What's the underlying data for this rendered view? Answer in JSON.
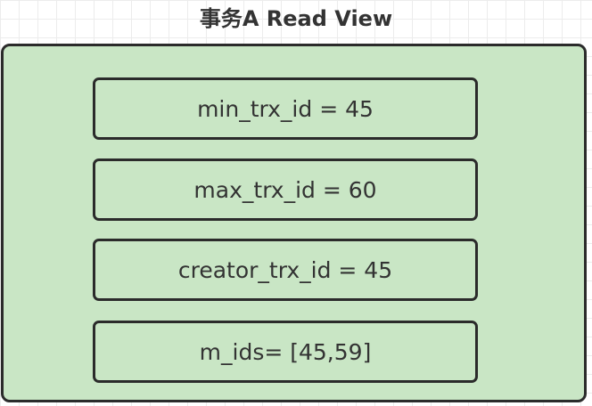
{
  "diagram": {
    "title": "事务A Read View",
    "fields": [
      {
        "label": "min_trx_id = 45"
      },
      {
        "label": "max_trx_id = 60"
      },
      {
        "label": "creator_trx_id = 45"
      },
      {
        "label": "m_ids= [45,59]"
      }
    ]
  },
  "colors": {
    "fill": "#c9e6c5",
    "stroke": "#2b2b2b",
    "text": "#333333"
  }
}
